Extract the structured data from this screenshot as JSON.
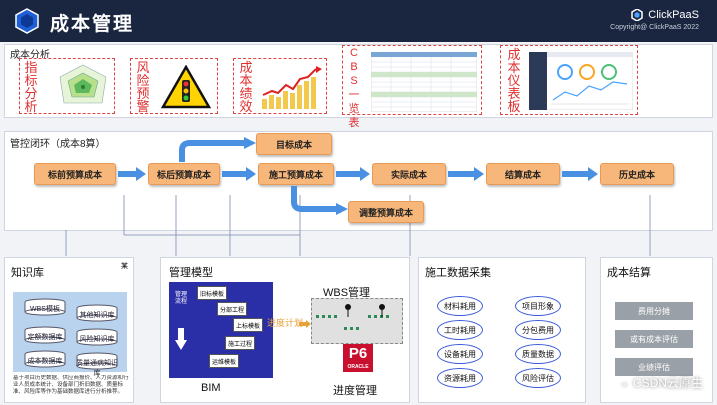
{
  "header": {
    "title": "成本管理",
    "brand": "ClickPaaS",
    "copyright": "Copyright@ ClickPaaS 2022"
  },
  "analysis": {
    "title": "成本分析",
    "cards": [
      {
        "label": "指标分析"
      },
      {
        "label": "风险预警"
      },
      {
        "label": "成本绩效"
      },
      {
        "label": "CBS一览表"
      },
      {
        "label": "成本仪表板"
      }
    ]
  },
  "control": {
    "title": "管控闭环（成本8算）",
    "steps": [
      "标前预算成本",
      "标后预算成本",
      "施工预算成本",
      "实际成本",
      "结算成本",
      "历史成本"
    ],
    "target": "目标成本",
    "adjust": "调整预算成本"
  },
  "knowledge": {
    "title": "知识库",
    "mark": "某",
    "dbs": [
      "WBS模板",
      "定额数据库",
      "成本数据库",
      "其他知识库",
      "风险知识库",
      "质量通病知识库"
    ],
    "note": "基于项目历史数据、供应商报价、人力资源和行业人员成本统计、设备部门折旧数据、质量标准、风险库等作为基础数据库进行分析推荐。"
  },
  "model": {
    "title": "管理模型",
    "bim": "BIM",
    "schedule_label": "进度计划",
    "wbs": "WBS管理",
    "p6": "P6",
    "oracle": "ORACLE",
    "progress": "进度管理",
    "bim_boxes": [
      "旧标模板",
      "分部工程",
      "上标模板",
      "施工过程",
      "运维模板"
    ],
    "mgmt_flow": "管理流程"
  },
  "collect": {
    "title": "施工数据采集",
    "left": [
      "材料耗用",
      "工时耗用",
      "设备耗用",
      "资源耗用"
    ],
    "right": [
      "项目形象",
      "分包费用",
      "质量数据",
      "风险评估"
    ]
  },
  "settle": {
    "title": "成本结算",
    "items": [
      "费用分摊",
      "或有成本评估",
      "业绩评估"
    ]
  },
  "watermark": "CSDN云原生"
}
